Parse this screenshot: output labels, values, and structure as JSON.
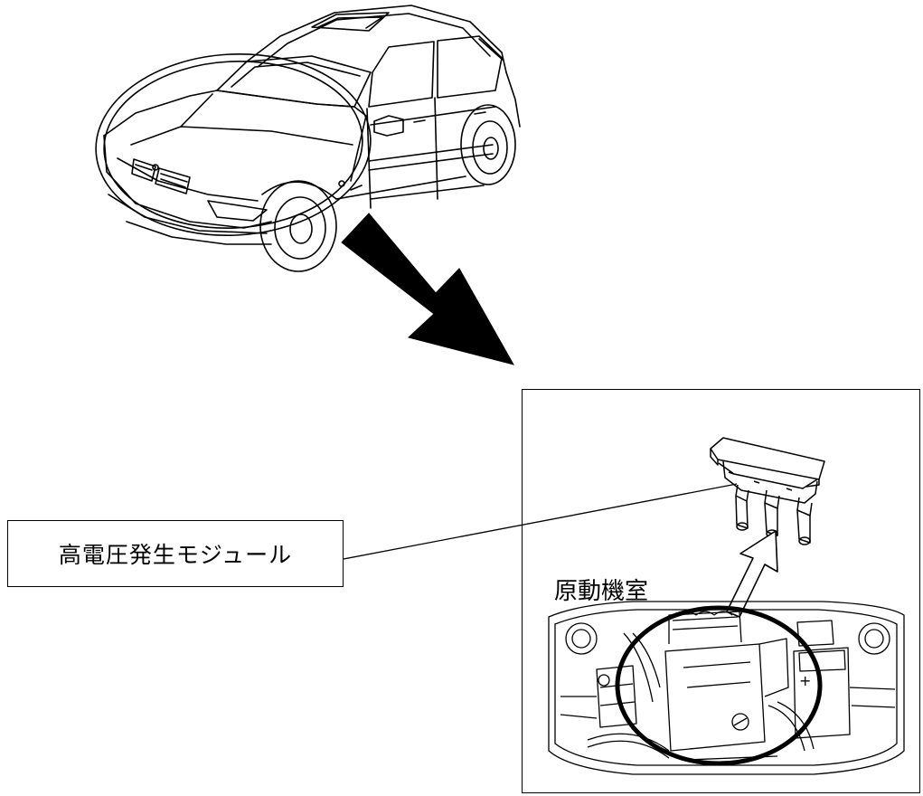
{
  "callout": {
    "label": "高電圧発生モジュール"
  },
  "detail": {
    "region_label": "原動機室"
  },
  "colors": {
    "line": "#000000",
    "background": "#ffffff",
    "arrow_fill": "#000000",
    "hollow_arrow_fill": "#ffffff"
  },
  "icons": {
    "car": "car-illustration",
    "ignition_module": "ignition-coil-module-illustration",
    "engine_bay": "engine-bay-illustration"
  }
}
